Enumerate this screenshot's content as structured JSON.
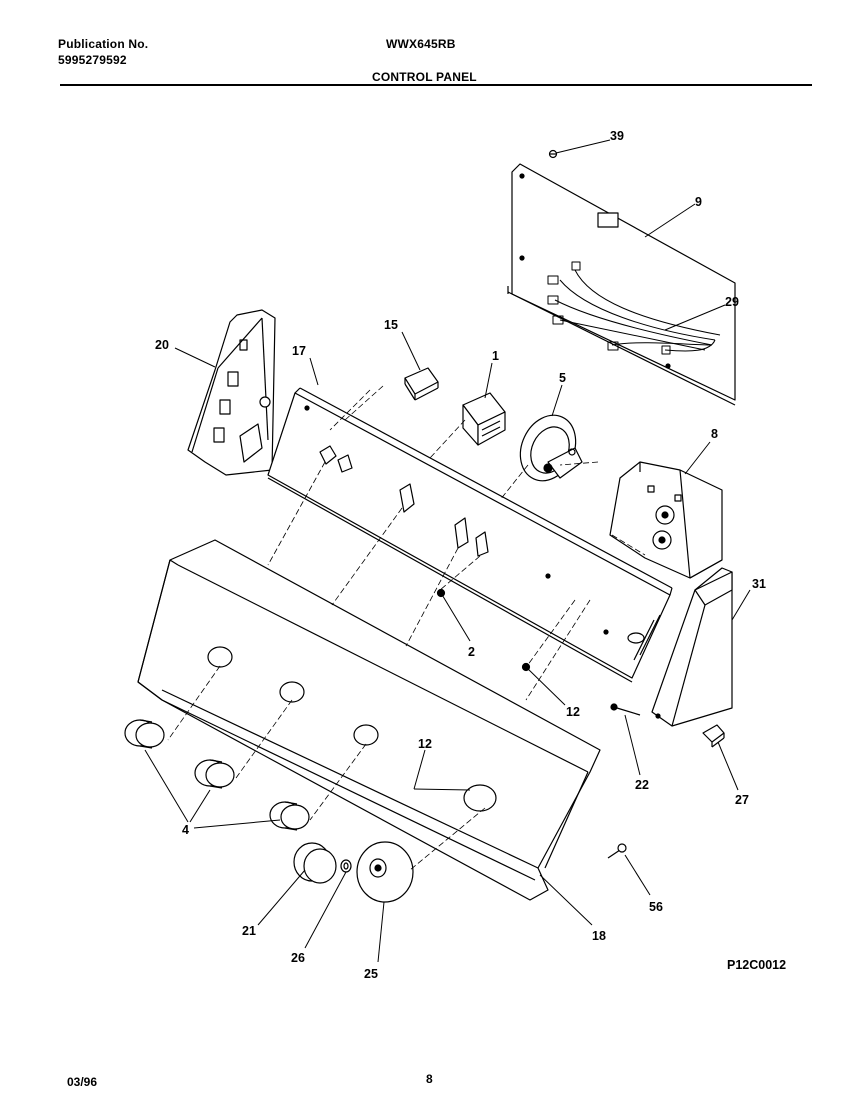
{
  "header": {
    "publication_label": "Publication No.",
    "publication_number": "5995279592",
    "model": "WWX645RB",
    "section_title": "CONTROL PANEL"
  },
  "callouts": {
    "c39": "39",
    "c9": "9",
    "c29": "29",
    "c15": "15",
    "c1": "1",
    "c5": "5",
    "c20": "20",
    "c17": "17",
    "c8": "8",
    "c31": "31",
    "c2": "2",
    "c12a": "12",
    "c12b": "12",
    "c22": "22",
    "c27": "27",
    "c4": "4",
    "c21": "21",
    "c26": "26",
    "c25": "25",
    "c18": "18",
    "c56": "56"
  },
  "footer": {
    "diagram_code": "P12C0012",
    "date": "03/96",
    "page": "8"
  }
}
